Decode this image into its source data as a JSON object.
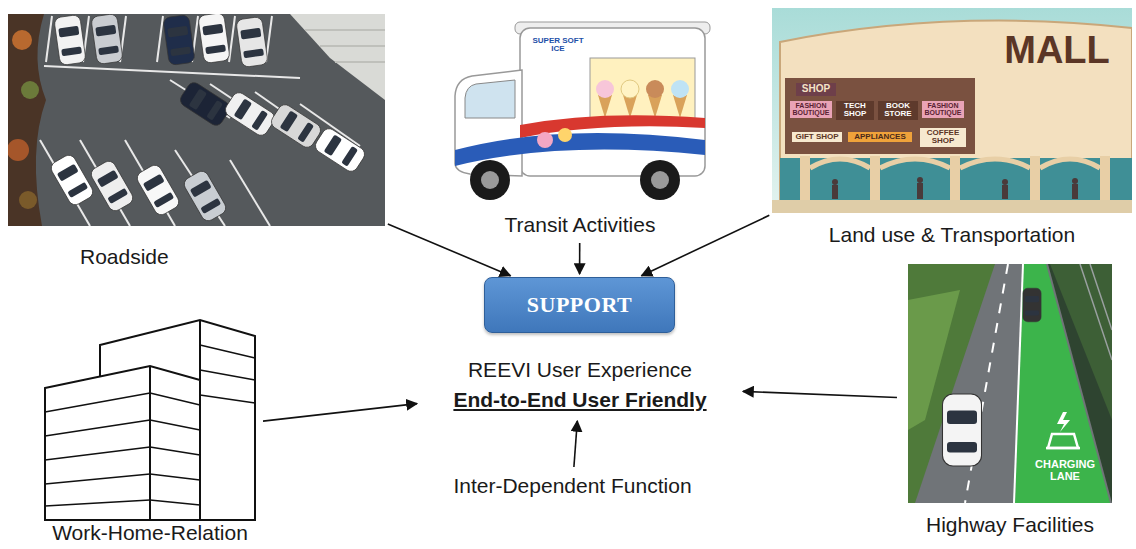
{
  "diagram": {
    "nodes": [
      {
        "text": [
          "Roadside"
        ]
      },
      {
        "text": [
          "Transit Activities"
        ]
      },
      {
        "text": [
          "Land use & Transportation"
        ]
      },
      {
        "text": [
          "SUPPORT"
        ]
      },
      {
        "text": [
          "REEVI User Experience",
          "End-to-End User Friendly"
        ]
      },
      {
        "text": [
          "Work-Home-Relation"
        ]
      },
      {
        "text": [
          "Inter-Dependent Function"
        ]
      },
      {
        "text": [
          "Highway Facilities"
        ]
      }
    ],
    "edges": [
      {
        "from": 0,
        "to": 3,
        "arrow": "to"
      },
      {
        "from": 1,
        "to": 3,
        "arrow": "to"
      },
      {
        "from": 2,
        "to": 3,
        "arrow": "to"
      },
      {
        "from": 5,
        "to": 4,
        "arrow": "to"
      },
      {
        "from": 6,
        "to": 4,
        "arrow": "to"
      },
      {
        "from": 7,
        "to": 4,
        "arrow": "to"
      }
    ],
    "labels": [
      "SUPER SOFT ICE",
      "MALL",
      "SHOP",
      "FASHION BOUTIQUE",
      "TECH SHOP",
      "BOOK STORE",
      "FASHION BOUTIQUE",
      "GIFT SHOP",
      "APPLIANCES",
      "COFFEE SHOP",
      "CHARGING LANE"
    ]
  }
}
